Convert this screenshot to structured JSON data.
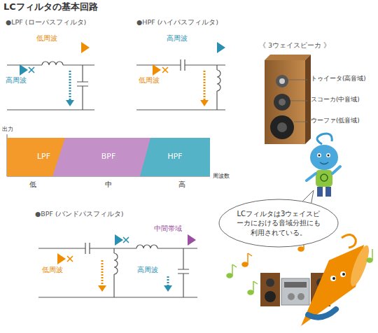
{
  "diagram": {
    "title": "LCフィルタの基本回路",
    "nodes": [
      {
        "text": [
          "LPF"
        ]
      },
      {
        "text": [
          "BPF"
        ]
      },
      {
        "text": [
          "HPF"
        ]
      },
      {
        "text": [
          "LCフィルタは3ウェイスピーカにおける音域分担にも利用されている。"
        ]
      }
    ],
    "labels": [
      "●LPF (ローパスフィルタ)",
      "低周波",
      "高周波",
      "●HPF (ハイパスフィルタ)",
      "高周波",
      "低周波",
      "《 3ウェイスピーカ 》",
      "トゥイータ(高音域)",
      "スコーカ(中音域)",
      "ウーファ(低音域)",
      "出力",
      "低",
      "中",
      "高",
      "周波数",
      "●BPF (バンドパスフィルタ)",
      "中間帯域",
      "低周波",
      "高周波"
    ]
  }
}
